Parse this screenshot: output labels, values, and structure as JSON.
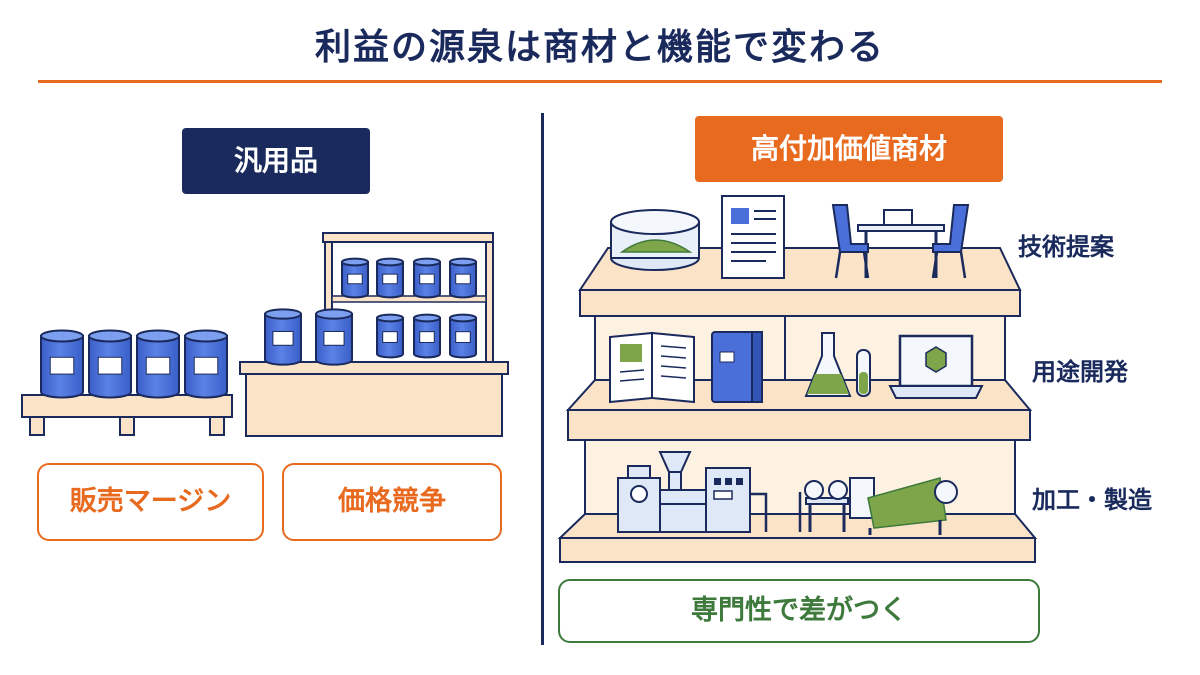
{
  "header": {
    "title": "利益の源泉は商材と機能で変わる"
  },
  "left": {
    "tag": "汎用品",
    "pills": {
      "margin": "販売マージン",
      "price_competition": "価格競争"
    }
  },
  "right": {
    "tag": "高付加価値商材",
    "layers": {
      "top": "技術提案",
      "middle": "用途開発",
      "bottom": "加工・製造"
    },
    "conclusion": "専門性で差がつく"
  },
  "colors": {
    "navy": "#1a2a5c",
    "orange": "#e86a1f",
    "green": "#3d7a3b",
    "shelf_fill": "#fbe3c8",
    "drum_blue": "#4a6fd8"
  },
  "icons": [
    "drum-icon",
    "pallet-icon",
    "shelf-icon",
    "powder-dish-icon",
    "document-icon",
    "meeting-table-icon",
    "book-icon",
    "binder-icon",
    "flask-icon",
    "test-tube-icon",
    "laptop-icon",
    "extruder-machine-icon",
    "roller-press-icon"
  ]
}
